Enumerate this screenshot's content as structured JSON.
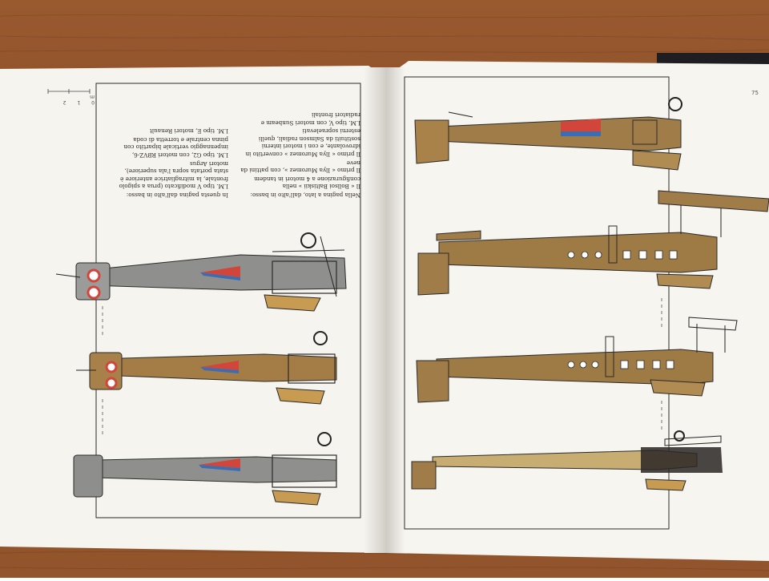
{
  "book": {
    "page_number": "75",
    "scale_label": "0 1 2 m",
    "caption_left": [
      "Nella pagina a lato, dall'alto in basso:",
      "Il « Bollsoi Baltiskii » nella configurazione a 4 motori in tandem",
      "Il primo « Ilya Muromez », con pattini da neve",
      "Il primo « Ilya Muromez » convertito in idrovolante, e con i motori interni sostituiti da Salmson radiali, quelli esterni sopraelevati",
      "I.M. tipo V, con motori Sunbeam e radiatori frontali"
    ],
    "caption_right": [
      "In questa pagina dall'alto in basso:",
      "I.M. tipo V modificato (prua a spigolo frontale, la mitragliatrice anteriore è stata portata sopra l'ala superiore), motori Argus",
      "I.M. tipo G2, con motori RBVZ-6, impennaggio verticale bipartito con pinna centrale e torretta di coda",
      "I.M. tipo E, motori Renault"
    ]
  },
  "colors": {
    "wood": "#8a4f2a",
    "paper": "#f7f5f0",
    "grey_aircraft": "#8e8f8c",
    "brown_aircraft": "#a47d46",
    "khaki_aircraft": "#9a7a4a",
    "roundel_red": "#d2453a",
    "roundel_blue": "#3b6db3"
  }
}
